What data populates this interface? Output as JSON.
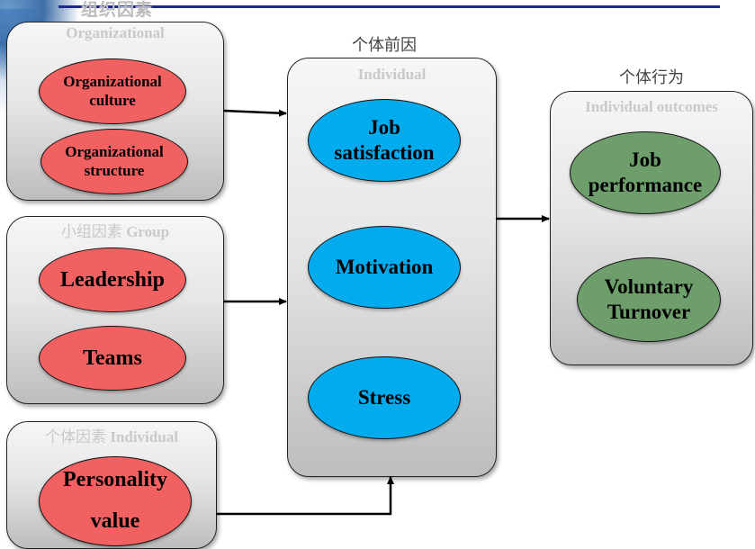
{
  "top_title": "组织因素",
  "panels": {
    "organizational": {
      "label": "Organizational",
      "items": [
        "Organizational culture",
        "Organizational structure"
      ]
    },
    "group": {
      "label_cn": "小组因素",
      "label_en": " Group",
      "items": [
        "Leadership",
        "Teams"
      ]
    },
    "individual_factors": {
      "label_cn": "个体因素",
      "label_en": " Individual",
      "items": [
        "Personality",
        "value"
      ]
    },
    "individual": {
      "heading_cn": "个体前因",
      "label": "Individual",
      "items": [
        "Job satisfaction",
        "Motivation",
        "Stress"
      ]
    },
    "outcomes": {
      "heading_cn": "个体行为",
      "label": "Individual outcomes",
      "items": [
        "Job performance",
        "Voluntary Turnover"
      ]
    }
  },
  "colors": {
    "factor_oval": "#f26161",
    "antecedent_oval": "#02aaee",
    "outcome_oval": "#6e9e6c"
  }
}
